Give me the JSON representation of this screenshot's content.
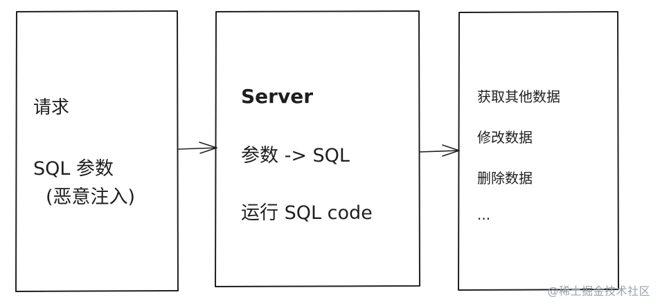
{
  "request_box": {
    "line1": "请求",
    "line2": "SQL 参数",
    "line3": "(恶意注入)"
  },
  "server_box": {
    "line1": "Server",
    "line2": "参数 -> SQL",
    "line3": "运行 SQL code"
  },
  "result_box": {
    "line1": "获取其他数据",
    "line2": "修改数据",
    "line3": "删除数据",
    "line4": "..."
  },
  "watermark": "@稀土掘金技术社区"
}
